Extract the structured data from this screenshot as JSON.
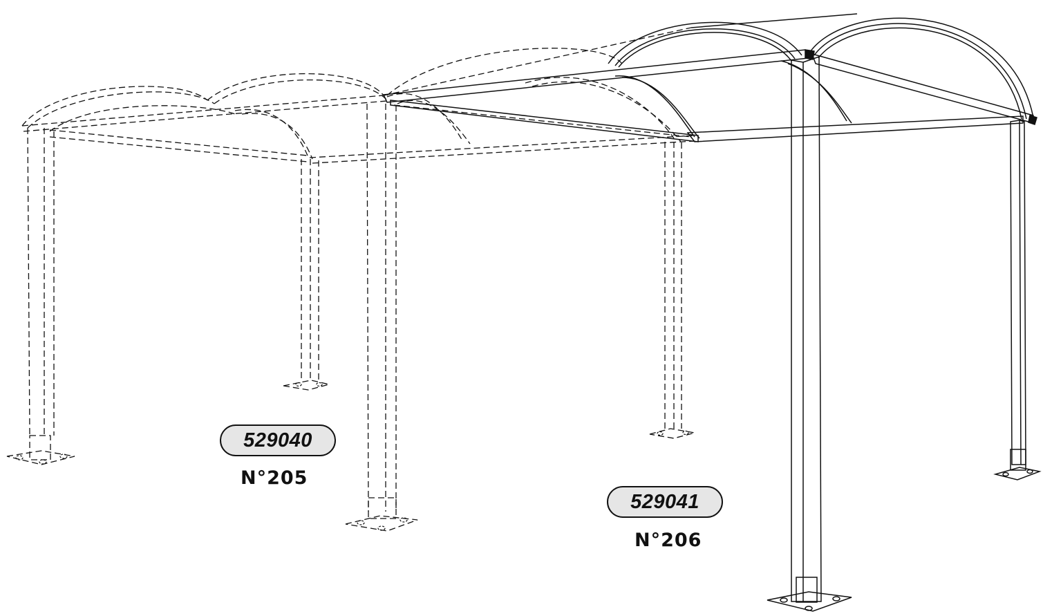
{
  "modules": [
    {
      "reference": "529040",
      "number": "N°205",
      "style": "dashed"
    },
    {
      "reference": "529041",
      "number": "N°206",
      "style": "solid"
    }
  ],
  "colors": {
    "line": "#111111",
    "pill_fill": "#e6e6e6",
    "background": "#ffffff"
  }
}
